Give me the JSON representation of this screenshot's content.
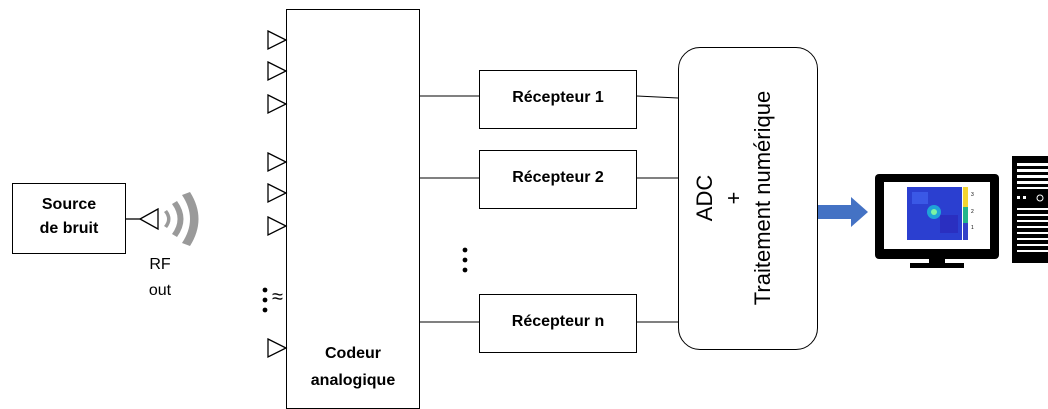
{
  "source": {
    "line1": "Source",
    "line2": "de bruit"
  },
  "rf_label": {
    "line1": "RF",
    "line2": "out"
  },
  "encoder": {
    "line1": "Codeur",
    "line2": "analogique"
  },
  "receivers": [
    "Récepteur 1",
    "Récepteur 2",
    "Récepteur n"
  ],
  "processor": {
    "adc": "ADC",
    "plus": "+",
    "dsp": "Traitement numérique"
  },
  "approx_symbol": "≈",
  "colorbar_ticks": [
    "3",
    "2",
    "1"
  ],
  "colors": {
    "arrow": "#4472C4",
    "speaker": "#9a9a9a",
    "image_bg": "#2b3fd0"
  }
}
